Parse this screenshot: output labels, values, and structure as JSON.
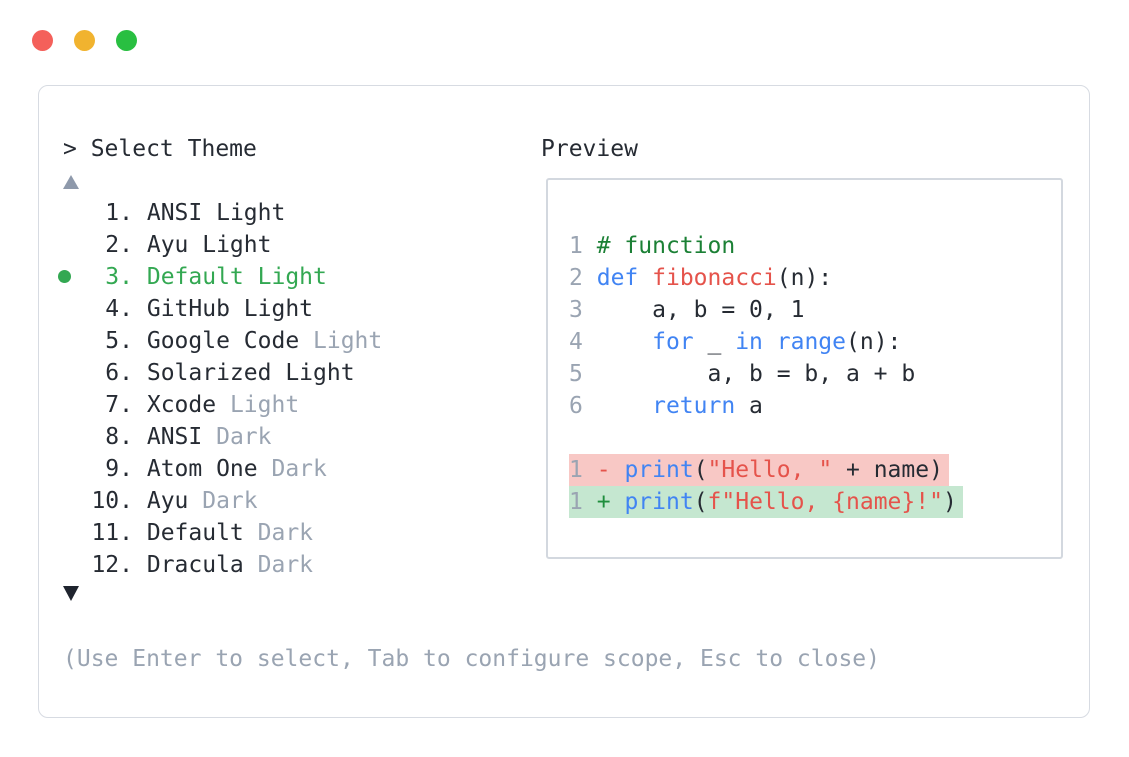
{
  "window": {
    "traffic_lights": [
      {
        "name": "close",
        "color": "#f4605a"
      },
      {
        "name": "minimize",
        "color": "#f1b32f"
      },
      {
        "name": "maximize",
        "color": "#29bf41"
      }
    ]
  },
  "panel": {
    "prompt": "> Select Theme",
    "preview_label": "Preview",
    "help_text": "(Use Enter to select, Tab to configure scope, Esc to close)",
    "scroll_up_icon": "triangle-up",
    "scroll_down_icon": "triangle-down",
    "themes": [
      {
        "number": "1.",
        "name": "ANSI",
        "variant": "Light",
        "variant_muted": false,
        "selected": false
      },
      {
        "number": "2.",
        "name": "Ayu",
        "variant": "Light",
        "variant_muted": false,
        "selected": false
      },
      {
        "number": "3.",
        "name": "Default",
        "variant": "Light",
        "variant_muted": false,
        "selected": true
      },
      {
        "number": "4.",
        "name": "GitHub",
        "variant": "Light",
        "variant_muted": false,
        "selected": false
      },
      {
        "number": "5.",
        "name": "Google Code",
        "variant": "Light",
        "variant_muted": true,
        "selected": false
      },
      {
        "number": "6.",
        "name": "Solarized",
        "variant": "Light",
        "variant_muted": false,
        "selected": false
      },
      {
        "number": "7.",
        "name": "Xcode",
        "variant": "Light",
        "variant_muted": true,
        "selected": false
      },
      {
        "number": "8.",
        "name": "ANSI",
        "variant": "Dark",
        "variant_muted": true,
        "selected": false
      },
      {
        "number": "9.",
        "name": "Atom One",
        "variant": "Dark",
        "variant_muted": true,
        "selected": false
      },
      {
        "number": "10.",
        "name": "Ayu",
        "variant": "Dark",
        "variant_muted": true,
        "selected": false
      },
      {
        "number": "11.",
        "name": "Default",
        "variant": "Dark",
        "variant_muted": true,
        "selected": false
      },
      {
        "number": "12.",
        "name": "Dracula",
        "variant": "Dark",
        "variant_muted": true,
        "selected": false
      }
    ]
  },
  "preview": {
    "lines": [
      {
        "diff": null,
        "tokens": [
          [
            "ln",
            "1"
          ],
          [
            "d",
            " "
          ],
          [
            "c",
            "# function"
          ]
        ]
      },
      {
        "diff": null,
        "tokens": [
          [
            "ln",
            "2"
          ],
          [
            "d",
            " "
          ],
          [
            "k",
            "def"
          ],
          [
            "d",
            " "
          ],
          [
            "r",
            "fibonacci"
          ],
          [
            "d",
            "(n):"
          ]
        ]
      },
      {
        "diff": null,
        "tokens": [
          [
            "ln",
            "3"
          ],
          [
            "d",
            "     a, b = 0, 1"
          ]
        ]
      },
      {
        "diff": null,
        "tokens": [
          [
            "ln",
            "4"
          ],
          [
            "d",
            "     "
          ],
          [
            "k",
            "for"
          ],
          [
            "d",
            " _ "
          ],
          [
            "k",
            "in"
          ],
          [
            "d",
            " "
          ],
          [
            "k",
            "range"
          ],
          [
            "d",
            "(n):"
          ]
        ]
      },
      {
        "diff": null,
        "tokens": [
          [
            "ln",
            "5"
          ],
          [
            "d",
            "         a, b = b, a + b"
          ]
        ]
      },
      {
        "diff": null,
        "tokens": [
          [
            "ln",
            "6"
          ],
          [
            "d",
            "     "
          ],
          [
            "k",
            "return"
          ],
          [
            "d",
            " a"
          ]
        ]
      },
      {
        "diff": null,
        "tokens": []
      },
      {
        "diff": "del",
        "tokens": [
          [
            "ln",
            "1"
          ],
          [
            "d",
            " "
          ],
          [
            "del",
            "-"
          ],
          [
            "d",
            " "
          ],
          [
            "k",
            "print"
          ],
          [
            "d",
            "("
          ],
          [
            "r",
            "\"Hello, \""
          ],
          [
            "d",
            " + name)"
          ]
        ]
      },
      {
        "diff": "add",
        "tokens": [
          [
            "ln",
            "1"
          ],
          [
            "d",
            " "
          ],
          [
            "add",
            "+"
          ],
          [
            "d",
            " "
          ],
          [
            "k",
            "print"
          ],
          [
            "d",
            "("
          ],
          [
            "r",
            "f\"Hello, {name}!\""
          ],
          [
            "d",
            ")"
          ]
        ]
      }
    ]
  },
  "colors": {
    "text_dark": "#262b33",
    "text_muted": "#9aa4b2",
    "selection_green": "#33a852",
    "keyword_blue": "#4184f3",
    "string_red": "#e5534b",
    "comment_green": "#1b8035",
    "diff_removed_bg": "#f8c8c5",
    "diff_added_bg": "#c5e7d0",
    "diff_plus_green": "#1f8e3d",
    "panel_border": "#d7dbe2",
    "preview_border": "#d3d8df"
  }
}
